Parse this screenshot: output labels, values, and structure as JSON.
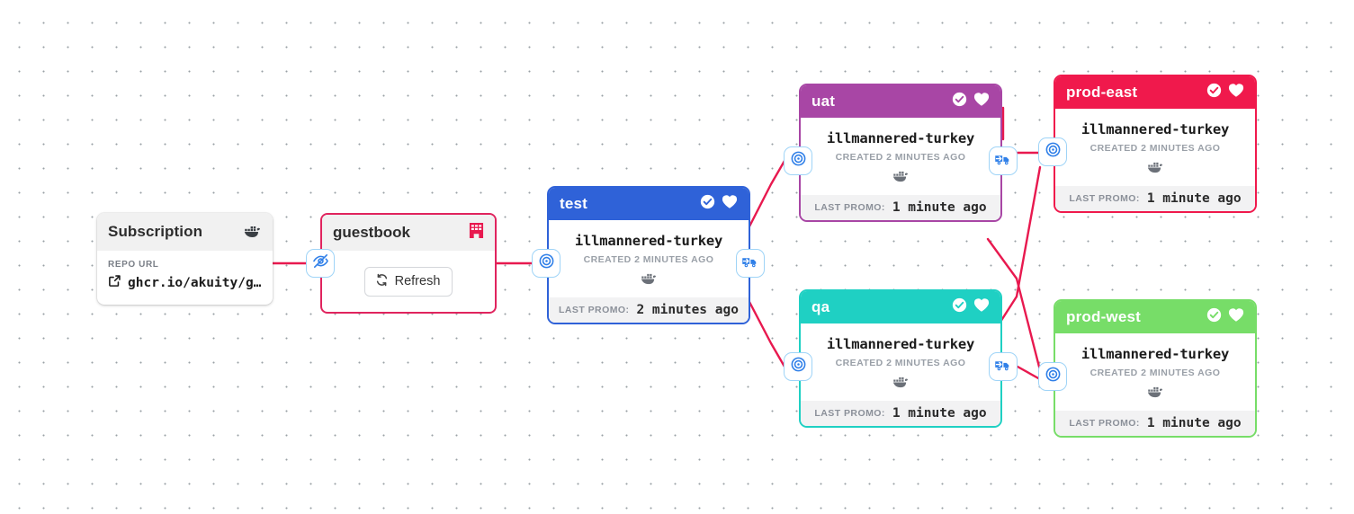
{
  "app": {
    "background": "#ffffff",
    "dot_color": "#9aa0a6"
  },
  "subscription": {
    "title": "Subscription",
    "icon": "docker-icon",
    "repo_url_label": "REPO URL",
    "repo_url_value": "ghcr.io/akuity/g…",
    "external_link_icon": "external-link-icon"
  },
  "warehouse": {
    "title": "guestbook",
    "icon": "warehouse-building-icon",
    "border_color": "#e0245e",
    "refresh_label": "Refresh",
    "refresh_icon": "refresh-icon",
    "hide_icon": "eye-slash-icon"
  },
  "stages": [
    {
      "name": "test",
      "color": "#2f62d8",
      "freight_name": "illmannered-turkey",
      "created": "CREATED 2 MINUTES AGO",
      "freight_icon": "docker-icon",
      "promo_label": "LAST PROMO:",
      "promo_value": "2 minutes ago",
      "health_icon": "check-circle-icon",
      "heart_icon": "heart-icon",
      "left_badge_icon": "target-icon",
      "right_badge_icon": "delivery-truck-icon"
    },
    {
      "name": "uat",
      "color": "#a846a5",
      "freight_name": "illmannered-turkey",
      "created": "CREATED 2 MINUTES AGO",
      "freight_icon": "docker-icon",
      "promo_label": "LAST PROMO:",
      "promo_value": "1 minute ago",
      "health_icon": "check-circle-icon",
      "heart_icon": "heart-icon",
      "left_badge_icon": "target-icon",
      "right_badge_icon": "delivery-truck-icon"
    },
    {
      "name": "prod-east",
      "color": "#f0194c",
      "freight_name": "illmannered-turkey",
      "created": "CREATED 2 MINUTES AGO",
      "freight_icon": "docker-icon",
      "promo_label": "LAST PROMO:",
      "promo_value": "1 minute ago",
      "health_icon": "check-circle-icon",
      "heart_icon": "heart-icon",
      "left_badge_icon": "target-icon",
      "right_badge_icon": null
    },
    {
      "name": "qa",
      "color": "#1fd0c3",
      "freight_name": "illmannered-turkey",
      "created": "CREATED 2 MINUTES AGO",
      "freight_icon": "docker-icon",
      "promo_label": "LAST PROMO:",
      "promo_value": "1 minute ago",
      "health_icon": "check-circle-icon",
      "heart_icon": "heart-icon",
      "left_badge_icon": "target-icon",
      "right_badge_icon": "delivery-truck-icon"
    },
    {
      "name": "prod-west",
      "color": "#77dd68",
      "freight_name": "illmannered-turkey",
      "created": "CREATED 2 MINUTES AGO",
      "freight_icon": "docker-icon",
      "promo_label": "LAST PROMO:",
      "promo_value": "1 minute ago",
      "health_icon": "check-circle-icon",
      "heart_icon": "heart-icon",
      "left_badge_icon": "target-icon",
      "right_badge_icon": null
    }
  ],
  "edges": {
    "color": "#e8194f",
    "width": 2.4
  }
}
